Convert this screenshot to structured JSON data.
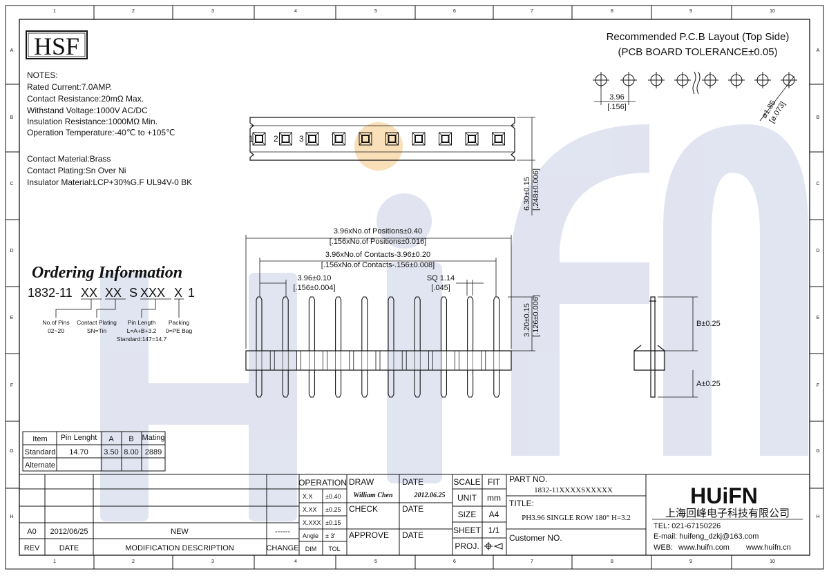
{
  "border": {
    "cols": [
      "1",
      "2",
      "3",
      "4",
      "5",
      "6",
      "7",
      "8",
      "9",
      "10"
    ],
    "rows": [
      "A",
      "B",
      "C",
      "D",
      "E",
      "F",
      "G",
      "H"
    ]
  },
  "logo": "HSF",
  "notes": {
    "heading": "NOTES:",
    "lines": [
      "Rated Current:7.0AMP.",
      "Contact Resistance:20mΩ Max.",
      "Withstand Voltage:1000V AC/DC",
      "Insulation Resistance:1000MΩ Min.",
      "Operation Temperature:-40℃ to +105℃"
    ],
    "material_lines": [
      "Contact Material:Brass",
      "Contact Plating:Sn Over Ni",
      "Insulator Material:LCP+30%G.F UL94V-0 BK"
    ]
  },
  "pcb_layout": {
    "title_line1": "Recommended P.C.B Layout (Top Side)",
    "title_line2": "(PCB BOARD TOLERANCE±0.05)",
    "pitch": "3.96",
    "pitch_inch": "[.156]",
    "hole": "ø1.85",
    "hole_inch": "[ø.073]"
  },
  "top_view": {
    "pin_labels": [
      "1",
      "2",
      "3"
    ],
    "height": "6.30±0.15",
    "height_inch": "[.248±0.006]"
  },
  "front_view": {
    "dim_total": "3.96xNo.of Positions±0.40",
    "dim_total_inch": "[.156xNo.of Positions±0.016]",
    "dim_contacts": "3.96xNo.of Contacts-3.96±0.20",
    "dim_contacts_inch": "[.156xNo.of Contacts-.156±0.008]",
    "dim_pitch": "3.96±0.10",
    "dim_pitch_inch": "[.156±0.004]",
    "dim_sq": "SQ 1.14",
    "dim_sq_inch": "[.045]",
    "dim_height": "3.20±0.15",
    "dim_height_inch": "[.126±0.006]"
  },
  "side_view": {
    "b_dim": "B±0.25",
    "a_dim": "A±0.25"
  },
  "ordering": {
    "title": "Ordering Information",
    "code_prefix": "1832-11",
    "seg1": "XX",
    "seg2": "XX",
    "seg3": "S",
    "seg4": "XXX",
    "seg5": "X",
    "seg6": "1",
    "labels": [
      {
        "title": "No.of Pins",
        "sub": "02~20",
        "sub2": ""
      },
      {
        "title": "Contact Plating",
        "sub": "SN=Tin",
        "sub2": ""
      },
      {
        "title": "Pin Length",
        "sub": "L=A+B+3.2",
        "sub2": "Standard:147=14.7"
      },
      {
        "title": "Packing",
        "sub": "0=PE Bag",
        "sub2": ""
      }
    ]
  },
  "pin_table": {
    "headers": [
      "Item",
      "Pin Lenght",
      "A",
      "B",
      "Mating"
    ],
    "rows": [
      [
        "Standard",
        "14.70",
        "3.50",
        "8.00",
        "2889"
      ],
      [
        "Alternate",
        "",
        "",
        "",
        ""
      ]
    ]
  },
  "title_block": {
    "rev_header": "REV",
    "date_header": "DATE",
    "desc_header": "MODIFICATION DESCRIPTION",
    "change_header": "CHANGE",
    "rev": "A0",
    "rev_date": "2012/06/25",
    "rev_desc": "NEW",
    "rev_change": "------",
    "operation": "OPERATION",
    "tol_rows": [
      [
        "X.X",
        "±0.40"
      ],
      [
        "X.XX",
        "±0.25"
      ],
      [
        "X.XXX",
        "±0.15"
      ],
      [
        "Angle",
        "± 3'"
      ]
    ],
    "dim": "DIM",
    "tol": "TOL",
    "draw": "DRAW",
    "drawer": "William Chen",
    "date": "DATE",
    "draw_date": "2012.06.25",
    "check": "CHECK",
    "approve": "APPROVE",
    "scale": "SCALE",
    "fit": "FIT",
    "unit": "UNIT",
    "unit_val": "mm",
    "size": "SIZE",
    "size_val": "A4",
    "sheet": "SHEET",
    "sheet_val": "1/1",
    "proj": "PROJ.",
    "part_no_label": "PART NO.",
    "part_no": "1832-11XXXXSXXXXX",
    "title_label": "TITLE:",
    "title": "PH3.96 SINGLE ROW 180° H=3.2",
    "customer": "Customer NO.",
    "company_logo": "HUiFN",
    "company_name": "上海回峰电子科技有限公司",
    "tel": "TEL: 021-67150226",
    "email": "E-mail: huifeng_dzkj@163.com",
    "web_label": "WEB:",
    "web1": "www.huifn.com",
    "web2": "www.huifn.cn"
  },
  "colors": {
    "watermark": "#d7dcec",
    "accent_dot": "#f6d39b",
    "line": "#111111"
  }
}
